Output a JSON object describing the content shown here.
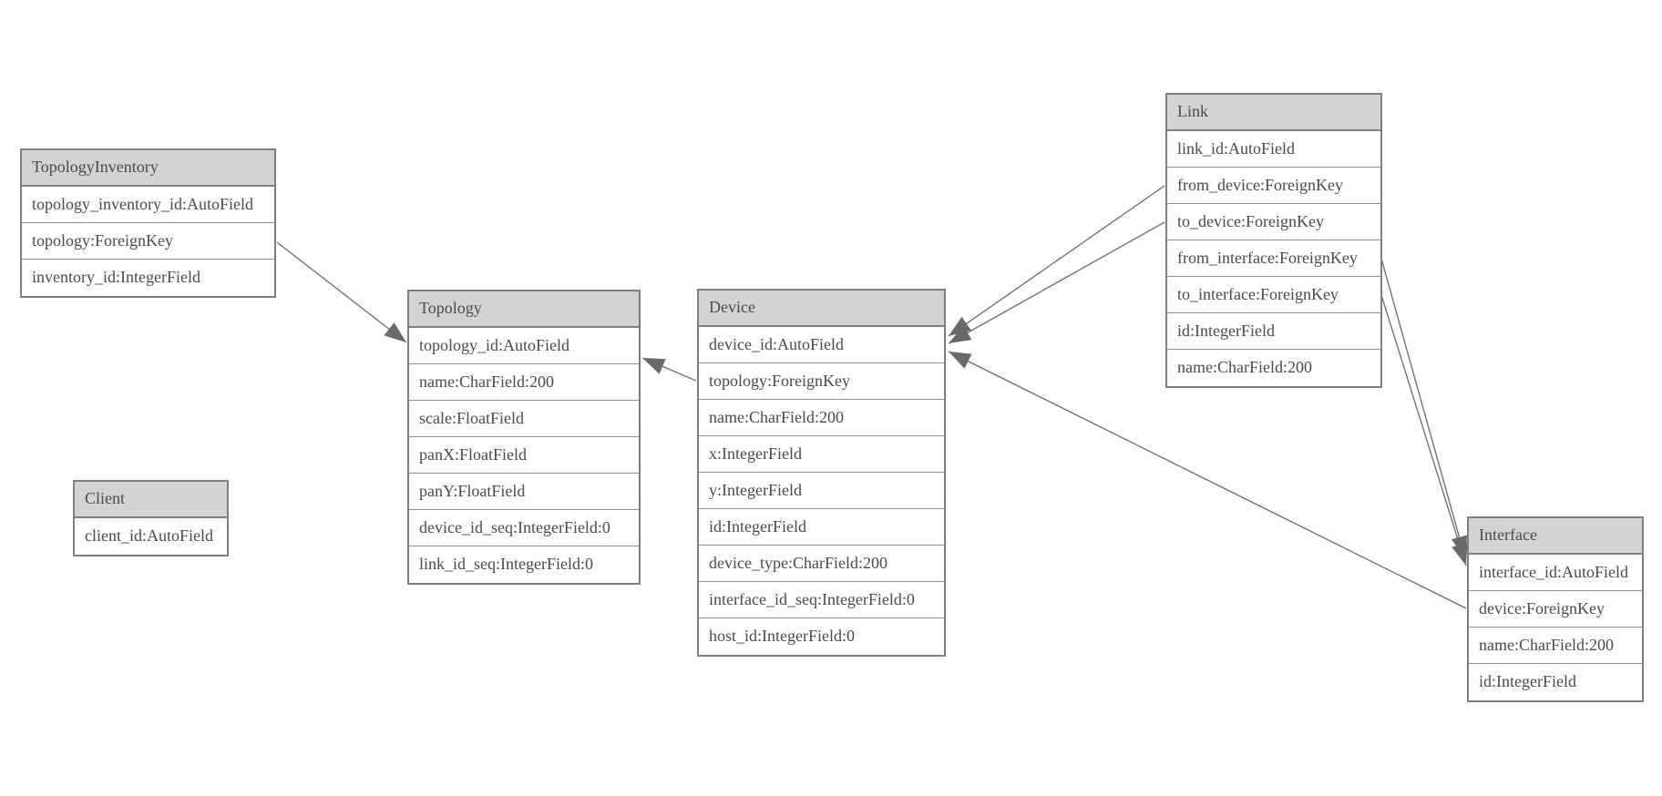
{
  "diagram": {
    "colors": {
      "background": "#ffffff",
      "header_fill": "#d3d3d3",
      "border": "#7f7f7f",
      "row_divider": "#8f8f8f",
      "text": "#4a4a4a",
      "edge": "#6a6a6a"
    },
    "entities": [
      {
        "name": "TopologyInventory",
        "fields": [
          "topology_inventory_id:AutoField",
          "topology:ForeignKey",
          "inventory_id:IntegerField"
        ]
      },
      {
        "name": "Topology",
        "fields": [
          "topology_id:AutoField",
          "name:CharField:200",
          "scale:FloatField",
          "panX:FloatField",
          "panY:FloatField",
          "device_id_seq:IntegerField:0",
          "link_id_seq:IntegerField:0"
        ]
      },
      {
        "name": "Client",
        "fields": [
          "client_id:AutoField"
        ]
      },
      {
        "name": "Device",
        "fields": [
          "device_id:AutoField",
          "topology:ForeignKey",
          "name:CharField:200",
          "x:IntegerField",
          "y:IntegerField",
          "id:IntegerField",
          "device_type:CharField:200",
          "interface_id_seq:IntegerField:0",
          "host_id:IntegerField:0"
        ]
      },
      {
        "name": "Link",
        "fields": [
          "link_id:AutoField",
          "from_device:ForeignKey",
          "to_device:ForeignKey",
          "from_interface:ForeignKey",
          "to_interface:ForeignKey",
          "id:IntegerField",
          "name:CharField:200"
        ]
      },
      {
        "name": "Interface",
        "fields": [
          "interface_id:AutoField",
          "device:ForeignKey",
          "name:CharField:200",
          "id:IntegerField"
        ]
      }
    ],
    "relations": [
      {
        "from": "TopologyInventory.topology",
        "to": "Topology.topology_id"
      },
      {
        "from": "Device.topology",
        "to": "Topology.topology_id"
      },
      {
        "from": "Link.from_device",
        "to": "Device.device_id"
      },
      {
        "from": "Link.to_device",
        "to": "Device.device_id"
      },
      {
        "from": "Link.from_interface",
        "to": "Interface.interface_id"
      },
      {
        "from": "Link.to_interface",
        "to": "Interface.interface_id"
      },
      {
        "from": "Interface.device",
        "to": "Device.device_id"
      }
    ]
  }
}
